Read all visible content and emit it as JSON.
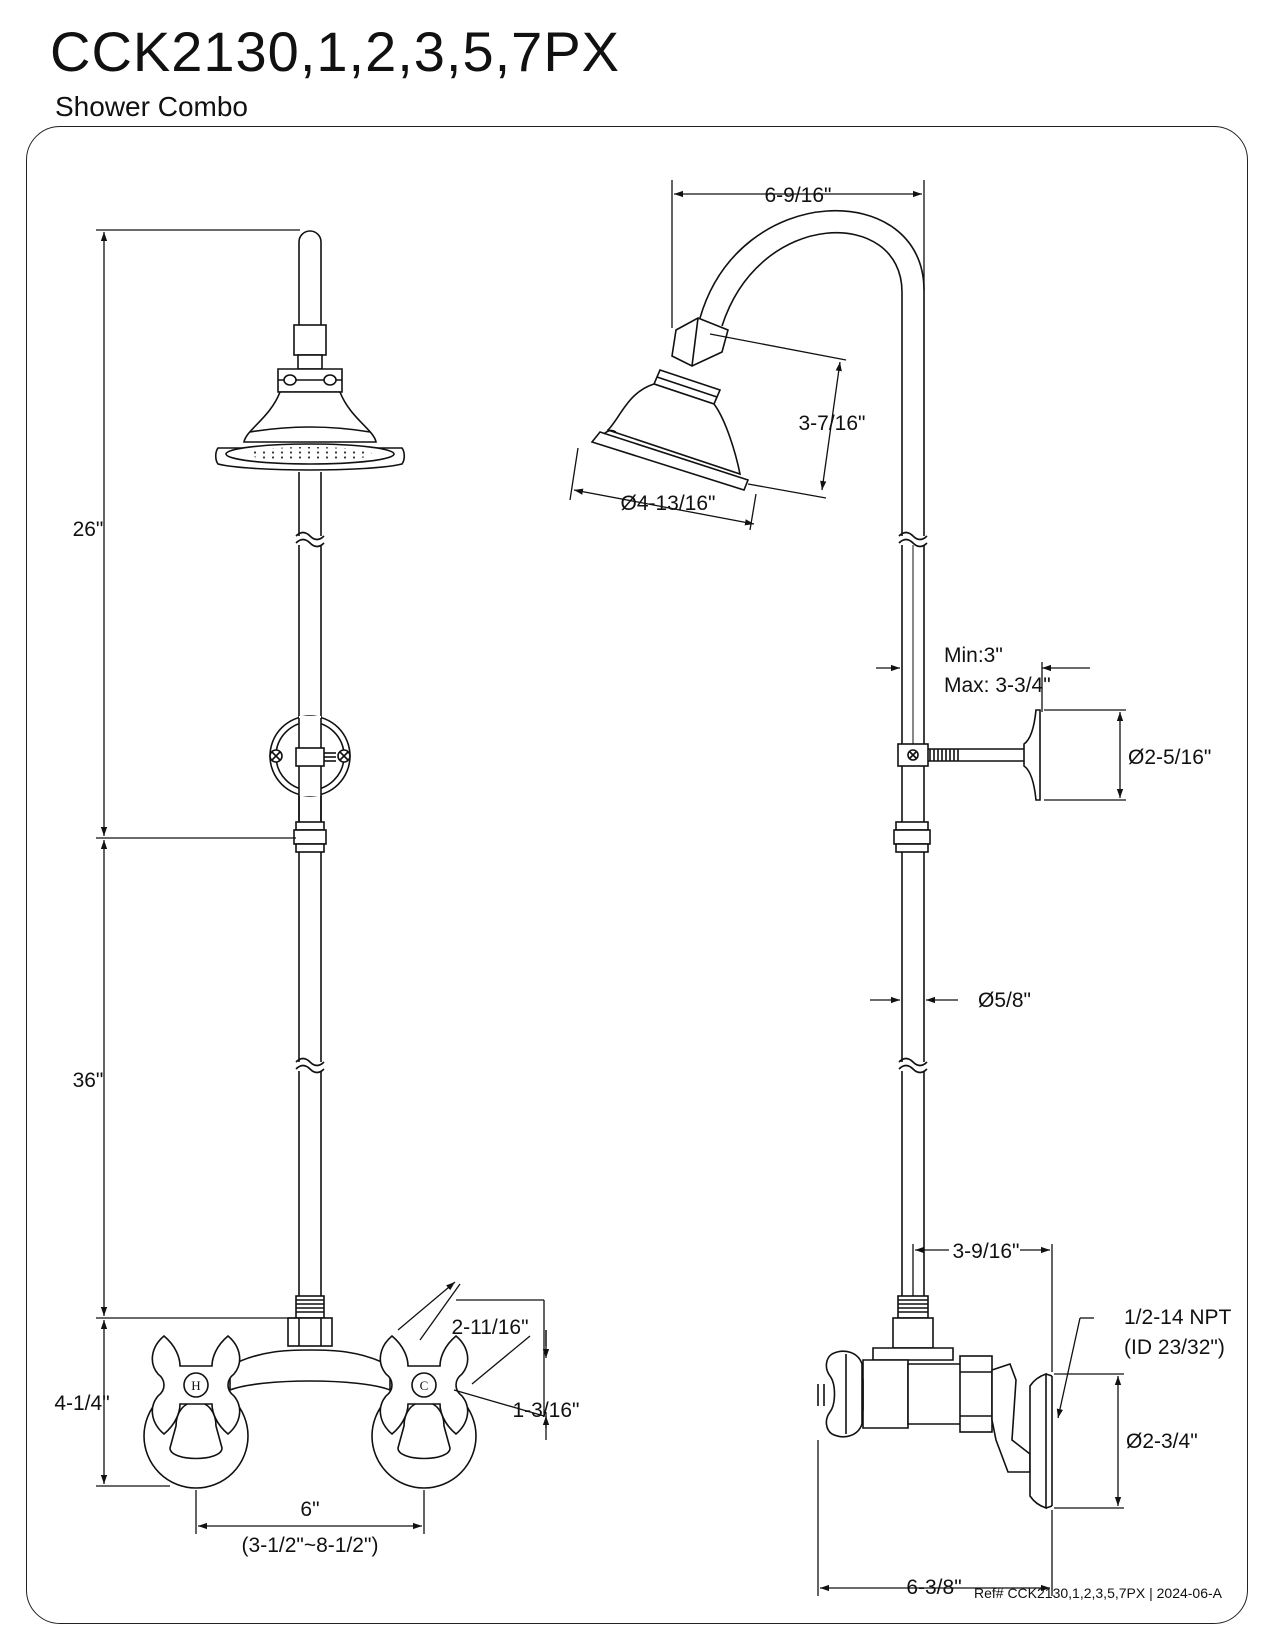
{
  "header": {
    "title": "CCK2130,1,2,3,5,7PX",
    "subtitle": "Shower Combo"
  },
  "dimensions": {
    "arm_height": "26\"",
    "riser_height": "36\"",
    "valve_height": "4-1/4\"",
    "center_spacing": "6\"",
    "center_range": "(3-1/2\"~8-1/2\")",
    "handle_width": "2-11/16\"",
    "handle_depth": "1-3/16\"",
    "gooseneck_reach": "6-9/16\"",
    "head_height": "3-7/16\"",
    "head_diameter": "Ø4-13/16\"",
    "support_min": "Min:3\"",
    "support_max": "Max: 3-3/4\"",
    "flange_diameter": "Ø2-5/16\"",
    "pipe_diameter": "Ø5/8\"",
    "riser_offset": "3-9/16\"",
    "npt_line1": "1/2-14 NPT",
    "npt_line2": "(ID 23/32\")",
    "inlet_flange_diameter": "Ø2-3/4\"",
    "overall_depth": "6-3/8\""
  },
  "handle_labels": {
    "hot": "H",
    "cold": "C"
  },
  "footer": {
    "ref": "Ref# CCK2130,1,2,3,5,7PX | 2024-06-A"
  }
}
